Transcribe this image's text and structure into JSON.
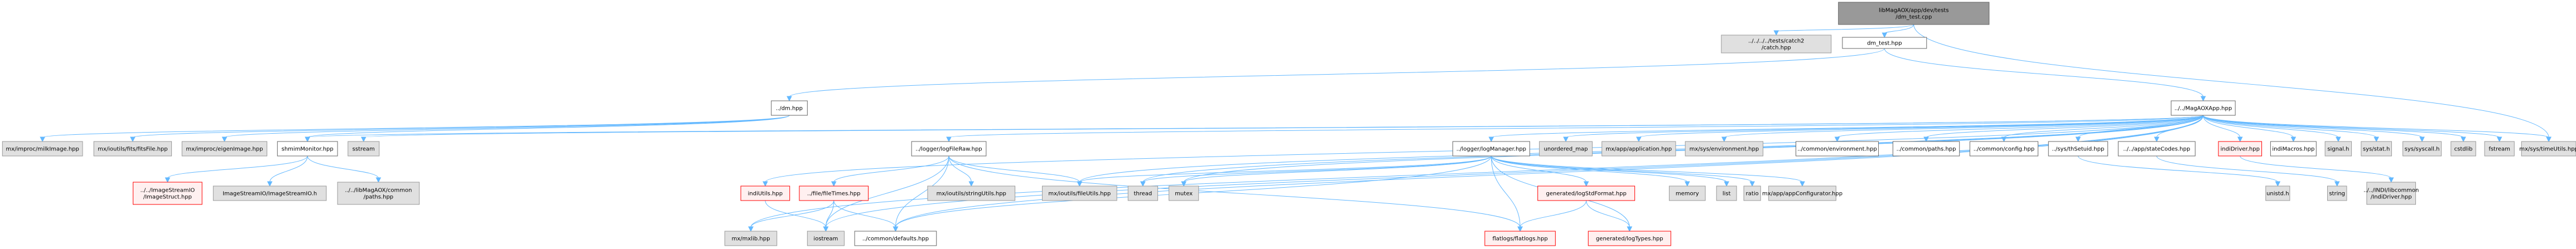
{
  "title": "libMagAOX/app/dev/tests/dm_test.cpp include dependency graph",
  "styles": {
    "root": {
      "fill": "#999999",
      "stroke": "#666666"
    },
    "doc": {
      "fill": "#ffffff",
      "stroke": "#666666"
    },
    "external": {
      "fill": "#e0e0e0",
      "stroke": "#999999"
    },
    "missing": {
      "fill": "#fff0f0",
      "stroke": "#ff0000"
    },
    "edge_color": "#63b8ff"
  },
  "nodes": [
    {
      "id": "root",
      "lines": [
        "libMagAOX/app/dev/tests",
        "/dm_test.cpp"
      ],
      "style": "root"
    },
    {
      "id": "catch",
      "lines": [
        "../../../../tests/catch2",
        "/catch.hpp"
      ],
      "style": "external"
    },
    {
      "id": "dmtest",
      "lines": [
        "dm_test.hpp"
      ],
      "style": "doc"
    },
    {
      "id": "dm",
      "lines": [
        "../dm.hpp"
      ],
      "style": "doc"
    },
    {
      "id": "magaoxapp",
      "lines": [
        "../../MagAOXApp.hpp"
      ],
      "style": "doc"
    },
    {
      "id": "milkimage",
      "lines": [
        "mx/improc/milkImage.hpp"
      ],
      "style": "external"
    },
    {
      "id": "fitsfile",
      "lines": [
        "mx/ioutils/fits/fitsFile.hpp"
      ],
      "style": "external"
    },
    {
      "id": "eigenimage",
      "lines": [
        "mx/improc/eigenImage.hpp"
      ],
      "style": "external"
    },
    {
      "id": "shmim",
      "lines": [
        "shmimMonitor.hpp"
      ],
      "style": "doc"
    },
    {
      "id": "sstream",
      "lines": [
        "sstream"
      ],
      "style": "external"
    },
    {
      "id": "logfileraw",
      "lines": [
        "../logger/logFileRaw.hpp"
      ],
      "style": "doc"
    },
    {
      "id": "logmanager",
      "lines": [
        "../logger/logManager.hpp"
      ],
      "style": "doc"
    },
    {
      "id": "unordered_map",
      "lines": [
        "unordered_map"
      ],
      "style": "external"
    },
    {
      "id": "application",
      "lines": [
        "mx/app/application.hpp"
      ],
      "style": "external"
    },
    {
      "id": "sysenv",
      "lines": [
        "mx/sys/environment.hpp"
      ],
      "style": "external"
    },
    {
      "id": "commonenv",
      "lines": [
        "../common/environment.hpp"
      ],
      "style": "doc"
    },
    {
      "id": "paths",
      "lines": [
        "../common/paths.hpp"
      ],
      "style": "doc"
    },
    {
      "id": "config",
      "lines": [
        "../common/config.hpp"
      ],
      "style": "doc"
    },
    {
      "id": "thsetuid",
      "lines": [
        "../sys/thSetuid.hpp"
      ],
      "style": "doc"
    },
    {
      "id": "statecodes",
      "lines": [
        "../../app/stateCodes.hpp"
      ],
      "style": "doc"
    },
    {
      "id": "indidriver",
      "lines": [
        "indiDriver.hpp"
      ],
      "style": "missing"
    },
    {
      "id": "indimacros",
      "lines": [
        "indiMacros.hpp"
      ],
      "style": "doc"
    },
    {
      "id": "signal",
      "lines": [
        "signal.h"
      ],
      "style": "external"
    },
    {
      "id": "sysstat",
      "lines": [
        "sys/stat.h"
      ],
      "style": "external"
    },
    {
      "id": "syscall",
      "lines": [
        "sys/syscall.h"
      ],
      "style": "external"
    },
    {
      "id": "cstdlib",
      "lines": [
        "cstdlib"
      ],
      "style": "external"
    },
    {
      "id": "fstream",
      "lines": [
        "fstream"
      ],
      "style": "external"
    },
    {
      "id": "timeutils",
      "lines": [
        "mx/sys/timeUtils.hpp"
      ],
      "style": "external"
    },
    {
      "id": "imagestruct",
      "lines": [
        "../../ImageStreamIO",
        "/ImageStruct.hpp"
      ],
      "style": "missing"
    },
    {
      "id": "imagestreamio",
      "lines": [
        "ImageStreamIO/ImageStreamIO.h"
      ],
      "style": "external"
    },
    {
      "id": "libpaths",
      "lines": [
        "../../libMagAOX/common",
        "/paths.hpp"
      ],
      "style": "external"
    },
    {
      "id": "indiutils",
      "lines": [
        "indiUtils.hpp"
      ],
      "style": "missing"
    },
    {
      "id": "filetimes",
      "lines": [
        "../file/fileTimes.hpp"
      ],
      "style": "missing"
    },
    {
      "id": "stringutils",
      "lines": [
        "mx/ioutils/stringUtils.hpp"
      ],
      "style": "external"
    },
    {
      "id": "fileutils",
      "lines": [
        "mx/ioutils/fileUtils.hpp"
      ],
      "style": "external"
    },
    {
      "id": "thread",
      "lines": [
        "thread"
      ],
      "style": "external"
    },
    {
      "id": "mutex",
      "lines": [
        "mutex"
      ],
      "style": "external"
    },
    {
      "id": "logstdformat",
      "lines": [
        "generated/logStdFormat.hpp"
      ],
      "style": "missing"
    },
    {
      "id": "memory",
      "lines": [
        "memory"
      ],
      "style": "external"
    },
    {
      "id": "list",
      "lines": [
        "list"
      ],
      "style": "external"
    },
    {
      "id": "ratio",
      "lines": [
        "ratio"
      ],
      "style": "external"
    },
    {
      "id": "appconfig",
      "lines": [
        "mx/app/appConfigurator.hpp"
      ],
      "style": "external"
    },
    {
      "id": "unistd",
      "lines": [
        "unistd.h"
      ],
      "style": "external"
    },
    {
      "id": "string",
      "lines": [
        "string"
      ],
      "style": "external"
    },
    {
      "id": "indidriverlib",
      "lines": [
        "../../INDI/libcommon",
        "/IndiDriver.hpp"
      ],
      "style": "external"
    },
    {
      "id": "mxlib",
      "lines": [
        "mx/mxlib.hpp"
      ],
      "style": "external"
    },
    {
      "id": "iostream",
      "lines": [
        "iostream"
      ],
      "style": "external"
    },
    {
      "id": "defaults",
      "lines": [
        "../common/defaults.hpp"
      ],
      "style": "doc"
    },
    {
      "id": "flatlogs",
      "lines": [
        "flatlogs/flatlogs.hpp"
      ],
      "style": "missing"
    },
    {
      "id": "logtypes",
      "lines": [
        "generated/logTypes.hpp"
      ],
      "style": "missing"
    }
  ],
  "edges": [
    [
      "root",
      "catch"
    ],
    [
      "root",
      "dmtest"
    ],
    [
      "root",
      "timeutils"
    ],
    [
      "dmtest",
      "dm"
    ],
    [
      "dmtest",
      "magaoxapp"
    ],
    [
      "dm",
      "milkimage"
    ],
    [
      "dm",
      "fitsfile"
    ],
    [
      "dm",
      "eigenimage"
    ],
    [
      "dm",
      "shmim"
    ],
    [
      "shmim",
      "imagestruct"
    ],
    [
      "shmim",
      "imagestreamio"
    ],
    [
      "shmim",
      "libpaths"
    ],
    [
      "magaoxapp",
      "shmim"
    ],
    [
      "magaoxapp",
      "sstream"
    ],
    [
      "magaoxapp",
      "logfileraw"
    ],
    [
      "magaoxapp",
      "logmanager"
    ],
    [
      "magaoxapp",
      "unordered_map"
    ],
    [
      "magaoxapp",
      "application"
    ],
    [
      "magaoxapp",
      "sysenv"
    ],
    [
      "magaoxapp",
      "commonenv"
    ],
    [
      "magaoxapp",
      "paths"
    ],
    [
      "magaoxapp",
      "config"
    ],
    [
      "magaoxapp",
      "thsetuid"
    ],
    [
      "magaoxapp",
      "statecodes"
    ],
    [
      "magaoxapp",
      "indidriver"
    ],
    [
      "magaoxapp",
      "indimacros"
    ],
    [
      "magaoxapp",
      "signal"
    ],
    [
      "magaoxapp",
      "sysstat"
    ],
    [
      "magaoxapp",
      "syscall"
    ],
    [
      "magaoxapp",
      "cstdlib"
    ],
    [
      "magaoxapp",
      "fstream"
    ],
    [
      "magaoxapp",
      "timeutils"
    ],
    [
      "magaoxapp",
      "indiutils"
    ],
    [
      "magaoxapp",
      "mxlib"
    ],
    [
      "magaoxapp",
      "iostream"
    ],
    [
      "magaoxapp",
      "defaults"
    ],
    [
      "magaoxapp",
      "fileutils"
    ],
    [
      "magaoxapp",
      "thread"
    ],
    [
      "magaoxapp",
      "mutex"
    ],
    [
      "logfileraw",
      "filetimes"
    ],
    [
      "logfileraw",
      "stringutils"
    ],
    [
      "logfileraw",
      "fileutils"
    ],
    [
      "logfileraw",
      "iostream"
    ],
    [
      "logfileraw",
      "flatlogs"
    ],
    [
      "logfileraw",
      "defaults"
    ],
    [
      "logmanager",
      "thread"
    ],
    [
      "logmanager",
      "mutex"
    ],
    [
      "logmanager",
      "fileutils"
    ],
    [
      "logmanager",
      "flatlogs"
    ],
    [
      "logmanager",
      "logstdformat"
    ],
    [
      "logmanager",
      "logtypes"
    ],
    [
      "logmanager",
      "memory"
    ],
    [
      "logmanager",
      "list"
    ],
    [
      "logmanager",
      "ratio"
    ],
    [
      "logmanager",
      "appconfig"
    ],
    [
      "logmanager",
      "defaults"
    ],
    [
      "filetimes",
      "mxlib"
    ],
    [
      "filetimes",
      "iostream"
    ],
    [
      "filetimes",
      "defaults"
    ],
    [
      "indiutils",
      "iostream"
    ],
    [
      "logstdformat",
      "flatlogs"
    ],
    [
      "logstdformat",
      "logtypes"
    ],
    [
      "thsetuid",
      "unistd"
    ],
    [
      "statecodes",
      "string"
    ],
    [
      "indidriver",
      "indidriverlib"
    ]
  ]
}
